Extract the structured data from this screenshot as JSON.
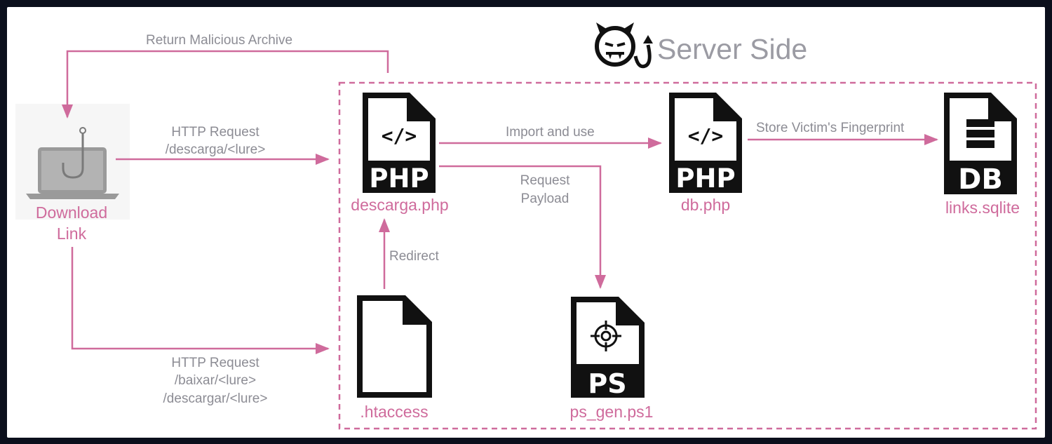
{
  "server_title": "Server Side",
  "nodes": {
    "download_link": [
      "Download",
      "Link"
    ],
    "descarga": "descarga.php",
    "db": "db.php",
    "links": "links.sqlite",
    "htaccess": ".htaccess",
    "psgen": "ps_gen.ps1"
  },
  "file_badges": {
    "php": "PHP",
    "db": "DB",
    "ps": "PS",
    "code": "</>"
  },
  "edges": {
    "return_archive": "Return Malicious Archive",
    "http_request_descarga": [
      "HTTP Request",
      "/descarga/<lure>"
    ],
    "http_request_baixar": [
      "HTTP Request",
      "/baixar/<lure>",
      "/descargar/<lure>"
    ],
    "import_use": "Import and use",
    "store_fingerprint": "Store Victim's Fingerprint",
    "request_payload": [
      "Request",
      "Payload"
    ],
    "redirect": "Redirect"
  },
  "colors": {
    "accent": "#cf6b9c",
    "label": "#8c8c94",
    "background": "#0b0f1c",
    "laptop": "#9a9a9a"
  }
}
